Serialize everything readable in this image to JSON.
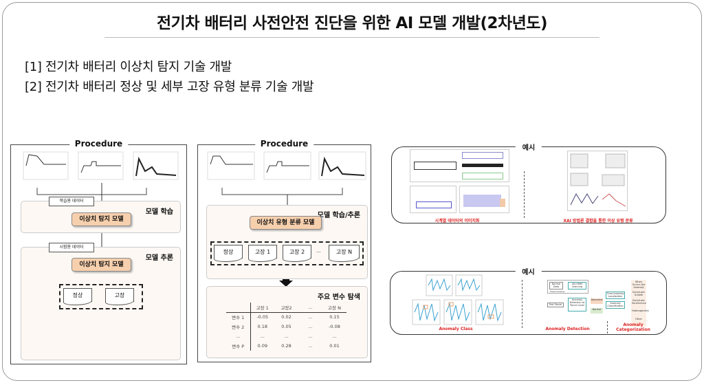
{
  "title": "전기차 배터리 사전안전 진단을 위한 AI 모델 개발(2차년도)",
  "items": [
    "[1] 전기차 배터리 이상치 탐지 기술 개발",
    "[2] 전기차 배터리 정상 및 세부 고장 유형 분류 기술 개발"
  ],
  "panel1": {
    "heading": "Procedure",
    "train_tag": "학습용 데이터",
    "train_stage": "모델 학습",
    "model": "이상치 탐지 모델",
    "test_tag": "시험용 데이터",
    "infer_stage": "모델 추론",
    "outputs": [
      "정상",
      "고장"
    ]
  },
  "panel2": {
    "heading": "Procedure",
    "stage": "모델 학습/추론",
    "model": "이상치 유형 분류 모델",
    "outputs": [
      "정상",
      "고장 1",
      "고장 2",
      "고장 N"
    ],
    "ellipsis": "...",
    "var_title": "주요 변수 탐색",
    "table": {
      "headers": [
        "",
        "고장 1",
        "고장2",
        "...",
        "고장 N"
      ],
      "rows": [
        [
          "변수 1",
          "-0.05",
          "0.02",
          "...",
          "0.15"
        ],
        [
          "변수 2",
          "0.18",
          "0.05",
          "...",
          "-0.08"
        ],
        [
          "...",
          "...",
          "...",
          "...",
          "..."
        ],
        [
          "변수 P",
          "0.09",
          "0.28",
          "...",
          "0.01"
        ]
      ]
    }
  },
  "example1": {
    "label": "예시",
    "captions": [
      "시계열 데이터의 이미지화",
      "XAI 방법론 결합을 통한 이상 유형 분류"
    ]
  },
  "example2": {
    "label": "예시",
    "captions": [
      "Anomaly Class",
      "Anomaly Detection",
      "Anomaly Categorization"
    ],
    "diagram": {
      "normal_data": "Normal Data",
      "learning": "AD-HMM Learning",
      "preprocessing": "Preprocessing",
      "test": "Test Parcel",
      "detection": "Anomaly Detection at Parcel Level",
      "abnormal": "Abnormal",
      "normal": "Normal",
      "localization": "Time-Anomaly Localization",
      "classification": "Anomaly Classification",
      "categories": [
        "When Occurs the Anomaly",
        "Early/Late Growth",
        "Early/Late Senescence",
        "Heterogeneity",
        "Other"
      ]
    }
  },
  "colors": {
    "model": "#f6cfad",
    "stage": "#fdf8f3",
    "caption": "#dd2222"
  }
}
